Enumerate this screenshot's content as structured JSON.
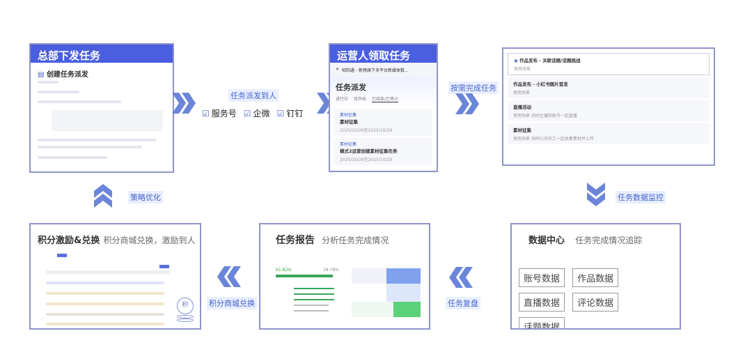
{
  "hq": {
    "title": "总部下发任务",
    "form_title": "创建任务派发"
  },
  "dispatch": {
    "label": "任务派发到人",
    "channels": [
      "服务号",
      "企微",
      "钉钉"
    ]
  },
  "operator": {
    "title": "运营人领取任务",
    "app_title": "昭阳通 - 新榜旗下多平台新媒体数...",
    "page_title": "任务派发",
    "tabs": [
      "进行中",
      "待开始",
      "已结束/已停止"
    ],
    "tasks": [
      {
        "tag": "素材征集",
        "name": "素材征集",
        "time": "2025/10/29至2025/10/29"
      },
      {
        "tag": "素材征集",
        "name": "模式2运营创建素材征集任务",
        "time": "2025/10/29至2025/10/29"
      }
    ]
  },
  "complete_label": "按需完成任务",
  "task_types": [
    {
      "name": "作品发布 - 关联话题/话题挑战",
      "desc": "使用场景"
    },
    {
      "name": "作品发布 - 小红书图片首发",
      "desc": "使用场景"
    },
    {
      "name": "直播活动",
      "desc": "使用场景 协同主播和账号一起直播"
    },
    {
      "name": "素材征集",
      "desc": "使用场景 协同公司员工一起收集素材并上传"
    }
  ],
  "monitor_label": "任务数据监控",
  "data_center": {
    "title": "数据中心",
    "subtitle": "任务完成情况追踪",
    "items": [
      "账号数据",
      "作品数据",
      "直播数据",
      "评论数据",
      "话题数据"
    ]
  },
  "review_label": "任务复盘",
  "report": {
    "title": "任务报告",
    "subtitle": "分析任务完成情况",
    "rate1": "61.82%",
    "rate2": "18.78%"
  },
  "mall_label": "积分商城兑换",
  "points": {
    "title": "积分激励&兑换",
    "subtitle": "积分商城兑换，激励到人",
    "coin": "积"
  },
  "optimize_label": "策略优化",
  "colors": {
    "accent": "#4a5ee0",
    "chevron": "#6b86d8",
    "border": "#8e93c8"
  }
}
